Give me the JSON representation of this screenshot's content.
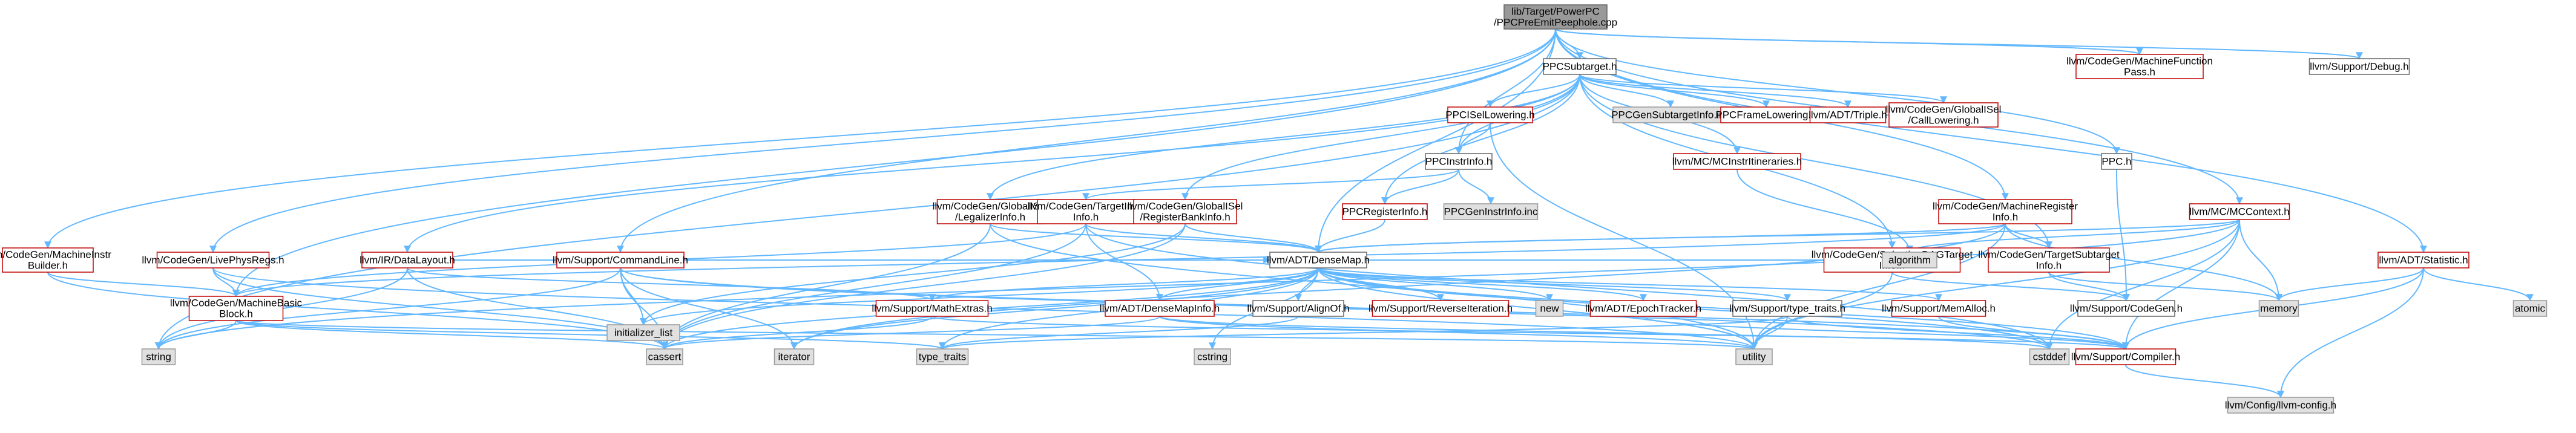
{
  "graph": {
    "colors": {
      "edge": "#63b8ff",
      "root_fill": "#999999",
      "root_stroke": "#666666",
      "red": "#bf0000",
      "black": "#666666",
      "gray_fill": "#e0e0e0",
      "gray_stroke": "#999999",
      "text": "#000000"
    },
    "nodes": [
      {
        "id": "root",
        "style": "root",
        "lines": [
          "lib/Target/PowerPC",
          "/PPCPreEmitPeephole.cpp"
        ]
      },
      {
        "id": "ppcsubtarget",
        "style": "black",
        "lines": [
          "PPCSubtarget.h"
        ]
      },
      {
        "id": "mfpass",
        "style": "red",
        "lines": [
          "llvm/CodeGen/MachineFunction",
          "Pass.h"
        ]
      },
      {
        "id": "debug",
        "style": "black",
        "lines": [
          "llvm/Support/Debug.h"
        ]
      },
      {
        "id": "ppcisel",
        "style": "red",
        "lines": [
          "PPCISelLowering.h"
        ]
      },
      {
        "id": "subinfoinc",
        "style": "gray",
        "lines": [
          "PPCGenSubtargetInfo.inc"
        ]
      },
      {
        "id": "framelow",
        "style": "red",
        "lines": [
          "PPCFrameLowering.h"
        ]
      },
      {
        "id": "triple",
        "style": "red",
        "lines": [
          "llvm/ADT/Triple.h"
        ]
      },
      {
        "id": "calllow",
        "style": "red",
        "lines": [
          "llvm/CodeGen/GlobalISel",
          "/CallLowering.h"
        ]
      },
      {
        "id": "ppch",
        "style": "black",
        "lines": [
          "PPC.h"
        ]
      },
      {
        "id": "instrinfo",
        "style": "black",
        "lines": [
          "PPCInstrInfo.h"
        ]
      },
      {
        "id": "itin",
        "style": "red",
        "lines": [
          "llvm/MC/MCInstrItineraries.h"
        ]
      },
      {
        "id": "legalizer",
        "style": "red",
        "lines": [
          "llvm/CodeGen/GlobalISel",
          "/LegalizerInfo.h"
        ]
      },
      {
        "id": "tii",
        "style": "red",
        "lines": [
          "llvm/CodeGen/TargetInstr",
          "Info.h"
        ]
      },
      {
        "id": "regbank",
        "style": "red",
        "lines": [
          "llvm/CodeGen/GlobalISel",
          "/RegisterBankInfo.h"
        ]
      },
      {
        "id": "ppcreginfo",
        "style": "red",
        "lines": [
          "PPCRegisterInfo.h"
        ]
      },
      {
        "id": "instrinfoinc",
        "style": "gray",
        "lines": [
          "PPCGenInstrInfo.inc"
        ]
      },
      {
        "id": "mri",
        "style": "red",
        "lines": [
          "llvm/CodeGen/MachineRegister",
          "Info.h"
        ]
      },
      {
        "id": "mccontext",
        "style": "red",
        "lines": [
          "llvm/MC/MCContext.h"
        ]
      },
      {
        "id": "statistic",
        "style": "red",
        "lines": [
          "llvm/ADT/Statistic.h"
        ]
      },
      {
        "id": "mib",
        "style": "red",
        "lines": [
          "llvm/CodeGen/MachineInstr",
          "Builder.h"
        ]
      },
      {
        "id": "livephys",
        "style": "red",
        "lines": [
          "llvm/CodeGen/LivePhysRegs.h"
        ]
      },
      {
        "id": "datalayout",
        "style": "red",
        "lines": [
          "llvm/IR/DataLayout.h"
        ]
      },
      {
        "id": "cmdline",
        "style": "red",
        "lines": [
          "llvm/Support/CommandLine.h"
        ]
      },
      {
        "id": "densemap",
        "style": "black",
        "lines": [
          "llvm/ADT/DenseMap.h"
        ]
      },
      {
        "id": "seldag",
        "style": "red",
        "lines": [
          "llvm/CodeGen/SelectionDAGTarget",
          "Info.h"
        ]
      },
      {
        "id": "tsi",
        "style": "red",
        "lines": [
          "llvm/CodeGen/TargetSubtarget",
          "Info.h"
        ]
      },
      {
        "id": "mbb",
        "style": "red",
        "lines": [
          "llvm/CodeGen/MachineBasic",
          "Block.h"
        ]
      },
      {
        "id": "initlist",
        "style": "gray",
        "lines": [
          "initializer_list"
        ]
      },
      {
        "id": "mathextras",
        "style": "red",
        "lines": [
          "llvm/Support/MathExtras.h"
        ]
      },
      {
        "id": "dmapinfo",
        "style": "red",
        "lines": [
          "llvm/ADT/DenseMapInfo.h"
        ]
      },
      {
        "id": "alignof",
        "style": "black",
        "lines": [
          "llvm/Support/AlignOf.h"
        ]
      },
      {
        "id": "reviter",
        "style": "red",
        "lines": [
          "llvm/Support/ReverseIteration.h"
        ]
      },
      {
        "id": "new",
        "style": "gray",
        "lines": [
          "new"
        ]
      },
      {
        "id": "epoch",
        "style": "red",
        "lines": [
          "llvm/ADT/EpochTracker.h"
        ]
      },
      {
        "id": "typetraitsh",
        "style": "black",
        "lines": [
          "llvm/Support/type_traits.h"
        ]
      },
      {
        "id": "memalloc",
        "style": "red",
        "lines": [
          "llvm/Support/MemAlloc.h"
        ]
      },
      {
        "id": "algorithm",
        "style": "gray",
        "lines": [
          "algorithm"
        ]
      },
      {
        "id": "codegen",
        "style": "black",
        "lines": [
          "llvm/Support/CodeGen.h"
        ]
      },
      {
        "id": "memory",
        "style": "gray",
        "lines": [
          "memory"
        ]
      },
      {
        "id": "atomic",
        "style": "gray",
        "lines": [
          "atomic"
        ]
      },
      {
        "id": "string",
        "style": "gray",
        "lines": [
          "string"
        ]
      },
      {
        "id": "cassert",
        "style": "gray",
        "lines": [
          "cassert"
        ]
      },
      {
        "id": "iterator",
        "style": "gray",
        "lines": [
          "iterator"
        ]
      },
      {
        "id": "typetraits",
        "style": "gray",
        "lines": [
          "type_traits"
        ]
      },
      {
        "id": "cstring",
        "style": "gray",
        "lines": [
          "cstring"
        ]
      },
      {
        "id": "utility",
        "style": "gray",
        "lines": [
          "utility"
        ]
      },
      {
        "id": "cstddef",
        "style": "gray",
        "lines": [
          "cstddef"
        ]
      },
      {
        "id": "compiler",
        "style": "red",
        "lines": [
          "llvm/Support/Compiler.h"
        ]
      },
      {
        "id": "config",
        "style": "gray",
        "lines": [
          "llvm/Config/llvm-config.h"
        ]
      }
    ],
    "edges": [
      [
        "root",
        "ppcsubtarget"
      ],
      [
        "root",
        "mfpass"
      ],
      [
        "root",
        "debug"
      ],
      [
        "root",
        "ppch"
      ],
      [
        "root",
        "instrinfo"
      ],
      [
        "root",
        "mri"
      ],
      [
        "root",
        "mccontext"
      ],
      [
        "root",
        "statistic"
      ],
      [
        "root",
        "mib"
      ],
      [
        "root",
        "livephys"
      ],
      [
        "root",
        "cmdline"
      ],
      [
        "root",
        "densemap"
      ],
      [
        "root",
        "mbb"
      ],
      [
        "ppcsubtarget",
        "ppcisel"
      ],
      [
        "ppcsubtarget",
        "subinfoinc"
      ],
      [
        "ppcsubtarget",
        "framelow"
      ],
      [
        "ppcsubtarget",
        "triple"
      ],
      [
        "ppcsubtarget",
        "calllow"
      ],
      [
        "ppcsubtarget",
        "instrinfo"
      ],
      [
        "ppcsubtarget",
        "itin"
      ],
      [
        "ppcsubtarget",
        "legalizer"
      ],
      [
        "ppcsubtarget",
        "regbank"
      ],
      [
        "ppcsubtarget",
        "datalayout"
      ],
      [
        "ppcsubtarget",
        "seldag"
      ],
      [
        "ppcsubtarget",
        "tsi"
      ],
      [
        "ppcsubtarget",
        "string"
      ],
      [
        "ppcsubtarget",
        "ppcreginfo"
      ],
      [
        "ppcisel",
        "instrinfo"
      ],
      [
        "ppcisel",
        "utility"
      ],
      [
        "instrinfo",
        "tii"
      ],
      [
        "instrinfo",
        "ppcreginfo"
      ],
      [
        "instrinfo",
        "instrinfoinc"
      ],
      [
        "ppch",
        "codegen"
      ],
      [
        "itin",
        "algorithm"
      ],
      [
        "legalizer",
        "densemap"
      ],
      [
        "legalizer",
        "cassert"
      ],
      [
        "legalizer",
        "utility"
      ],
      [
        "tii",
        "densemap"
      ],
      [
        "tii",
        "dmapinfo"
      ],
      [
        "tii",
        "mbb"
      ],
      [
        "tii",
        "cstddef"
      ],
      [
        "tii",
        "cassert"
      ],
      [
        "regbank",
        "densemap"
      ],
      [
        "regbank",
        "cassert"
      ],
      [
        "regbank",
        "initlist"
      ],
      [
        "ppcreginfo",
        "densemap"
      ],
      [
        "mri",
        "densemap"
      ],
      [
        "mri",
        "mbb"
      ],
      [
        "mri",
        "tsi"
      ],
      [
        "mri",
        "memory"
      ],
      [
        "mri",
        "iterator"
      ],
      [
        "mri",
        "utility"
      ],
      [
        "mccontext",
        "densemap"
      ],
      [
        "mccontext",
        "memory"
      ],
      [
        "mccontext",
        "compiler"
      ],
      [
        "mccontext",
        "cstddef"
      ],
      [
        "mccontext",
        "utility"
      ],
      [
        "mccontext",
        "string"
      ],
      [
        "mccontext",
        "algorithm"
      ],
      [
        "statistic",
        "compiler"
      ],
      [
        "statistic",
        "config"
      ],
      [
        "statistic",
        "atomic"
      ],
      [
        "statistic",
        "memory"
      ],
      [
        "mib",
        "mbb"
      ],
      [
        "mib",
        "cassert"
      ],
      [
        "livephys",
        "mbb"
      ],
      [
        "livephys",
        "cassert"
      ],
      [
        "livephys",
        "utility"
      ],
      [
        "datalayout",
        "densemap"
      ],
      [
        "datalayout",
        "mathextras"
      ],
      [
        "datalayout",
        "string"
      ],
      [
        "datalayout",
        "cassert"
      ],
      [
        "cmdline",
        "initlist"
      ],
      [
        "cmdline",
        "string"
      ],
      [
        "cmdline",
        "cassert"
      ],
      [
        "cmdline",
        "iterator"
      ],
      [
        "cmdline",
        "compiler"
      ],
      [
        "cmdline",
        "cstddef"
      ],
      [
        "densemap",
        "initlist"
      ],
      [
        "densemap",
        "mathextras"
      ],
      [
        "densemap",
        "dmapinfo"
      ],
      [
        "densemap",
        "alignof"
      ],
      [
        "densemap",
        "reviter"
      ],
      [
        "densemap",
        "new"
      ],
      [
        "densemap",
        "epoch"
      ],
      [
        "densemap",
        "typetraitsh"
      ],
      [
        "densemap",
        "memalloc"
      ],
      [
        "densemap",
        "algorithm"
      ],
      [
        "densemap",
        "cassert"
      ],
      [
        "densemap",
        "iterator"
      ],
      [
        "densemap",
        "typetraits"
      ],
      [
        "densemap",
        "utility"
      ],
      [
        "densemap",
        "cstddef"
      ],
      [
        "densemap",
        "compiler"
      ],
      [
        "densemap",
        "cstring"
      ],
      [
        "seldag",
        "codegen"
      ],
      [
        "seldag",
        "utility"
      ],
      [
        "tsi",
        "codegen"
      ],
      [
        "tsi",
        "memory"
      ],
      [
        "mathextras",
        "compiler"
      ],
      [
        "mathextras",
        "cassert"
      ],
      [
        "mathextras",
        "type_traits_placeholder"
      ],
      [
        "dmapinfo",
        "cassert"
      ],
      [
        "dmapinfo",
        "utility"
      ],
      [
        "dmapinfo",
        "cstddef"
      ],
      [
        "alignof",
        "typetraits"
      ],
      [
        "epoch",
        "compiler"
      ],
      [
        "typetraitsh",
        "utility"
      ],
      [
        "typetraitsh",
        "typetraits"
      ],
      [
        "typetraitsh",
        "compiler"
      ],
      [
        "memalloc",
        "compiler"
      ],
      [
        "compiler",
        "config"
      ],
      [
        "mbb",
        "string"
      ],
      [
        "mbb",
        "cassert"
      ],
      [
        "mbb",
        "typetraits"
      ],
      [
        "mbb",
        "utility"
      ]
    ]
  }
}
